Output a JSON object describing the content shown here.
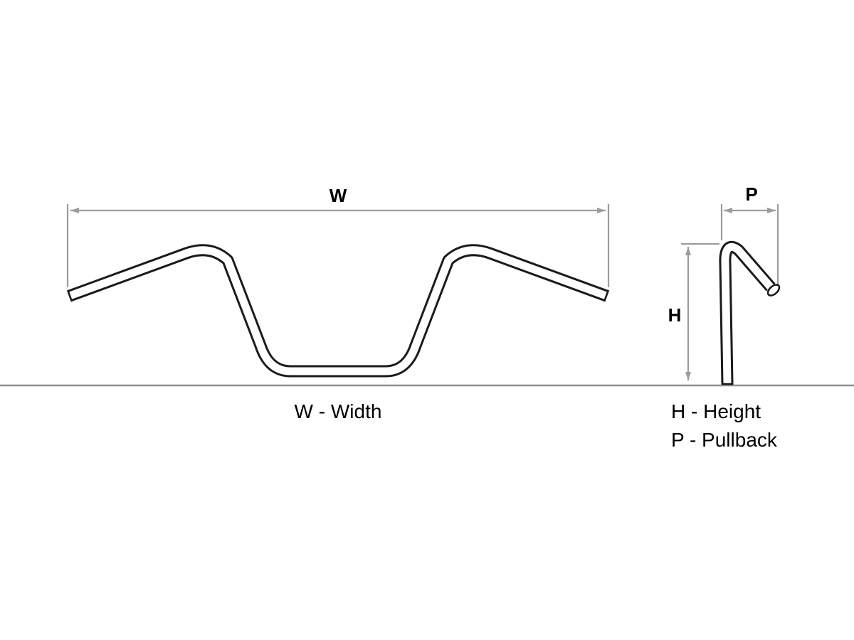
{
  "diagram": {
    "labels": {
      "width_letter": "W",
      "height_letter": "H",
      "pullback_letter": "P"
    },
    "legend": {
      "width": "W - Width",
      "height": "H - Height",
      "pullback": "P - Pullback"
    },
    "colors": {
      "background": "#ffffff",
      "outline": "#1b1b1b",
      "dimension": "#9c9c9c",
      "baseline": "#8f8f8f",
      "text": "#000000"
    }
  }
}
